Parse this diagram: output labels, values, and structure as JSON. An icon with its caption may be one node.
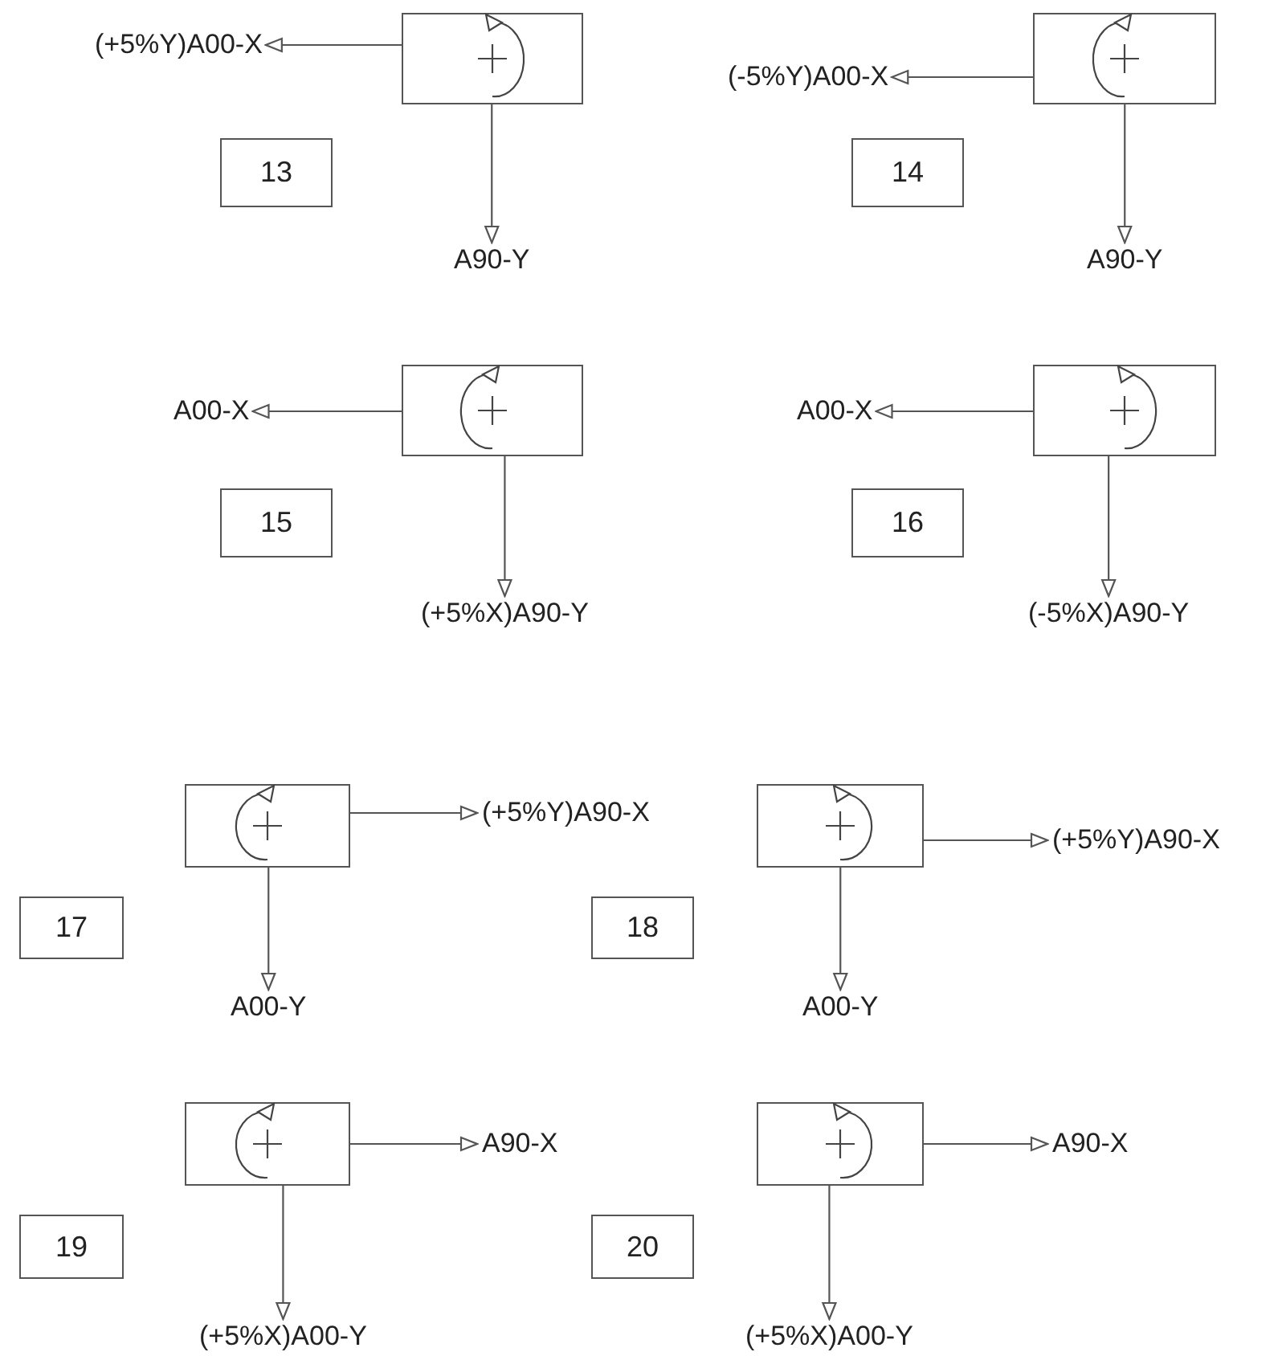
{
  "diagram": {
    "nodes": [
      {
        "text": [],
        "shape": "box"
      },
      {
        "text": [
          "(+5%Y)A00-X"
        ]
      },
      {
        "text": [
          "A90-Y"
        ]
      },
      {
        "text": [
          "13"
        ]
      },
      {
        "text": [],
        "shape": "box"
      },
      {
        "text": [
          "(-5%Y)A00-X"
        ]
      },
      {
        "text": [
          "A90-Y"
        ]
      },
      {
        "text": [
          "14"
        ]
      },
      {
        "text": [],
        "shape": "box"
      },
      {
        "text": [
          "A00-X"
        ]
      },
      {
        "text": [
          "(+5%X)A90-Y"
        ]
      },
      {
        "text": [
          "15"
        ]
      },
      {
        "text": [],
        "shape": "box"
      },
      {
        "text": [
          "A00-X"
        ]
      },
      {
        "text": [
          "(-5%X)A90-Y"
        ]
      },
      {
        "text": [
          "16"
        ]
      },
      {
        "text": [],
        "shape": "box"
      },
      {
        "text": [
          "(+5%Y)A90-X"
        ]
      },
      {
        "text": [
          "A00-Y"
        ]
      },
      {
        "text": [
          "17"
        ]
      },
      {
        "text": [],
        "shape": "box"
      },
      {
        "text": [
          "(+5%Y)A90-X"
        ]
      },
      {
        "text": [
          "A00-Y"
        ]
      },
      {
        "text": [
          "18"
        ]
      },
      {
        "text": [],
        "shape": "box"
      },
      {
        "text": [
          "A90-X"
        ]
      },
      {
        "text": [
          "(+5%X)A00-Y"
        ]
      },
      {
        "text": [
          "19"
        ]
      },
      {
        "text": [],
        "shape": "box"
      },
      {
        "text": [
          "A90-X"
        ]
      },
      {
        "text": [
          "(+5%X)A00-Y"
        ]
      },
      {
        "text": [
          "20"
        ]
      }
    ],
    "edges": [
      {
        "from": 0,
        "to": 1,
        "arrow": "to"
      },
      {
        "from": 0,
        "to": 2,
        "arrow": "to"
      },
      {
        "from": 4,
        "to": 5,
        "arrow": "to"
      },
      {
        "from": 4,
        "to": 6,
        "arrow": "to"
      },
      {
        "from": 8,
        "to": 9,
        "arrow": "to"
      },
      {
        "from": 8,
        "to": 10,
        "arrow": "to"
      },
      {
        "from": 12,
        "to": 13,
        "arrow": "to"
      },
      {
        "from": 12,
        "to": 14,
        "arrow": "to"
      },
      {
        "from": 16,
        "to": 17,
        "arrow": "to"
      },
      {
        "from": 16,
        "to": 18,
        "arrow": "to"
      },
      {
        "from": 20,
        "to": 21,
        "arrow": "to"
      },
      {
        "from": 20,
        "to": 22,
        "arrow": "to"
      },
      {
        "from": 24,
        "to": 25,
        "arrow": "to"
      },
      {
        "from": 24,
        "to": 26,
        "arrow": "to"
      },
      {
        "from": 28,
        "to": 29,
        "arrow": "to"
      },
      {
        "from": 28,
        "to": 30,
        "arrow": "to"
      }
    ]
  }
}
